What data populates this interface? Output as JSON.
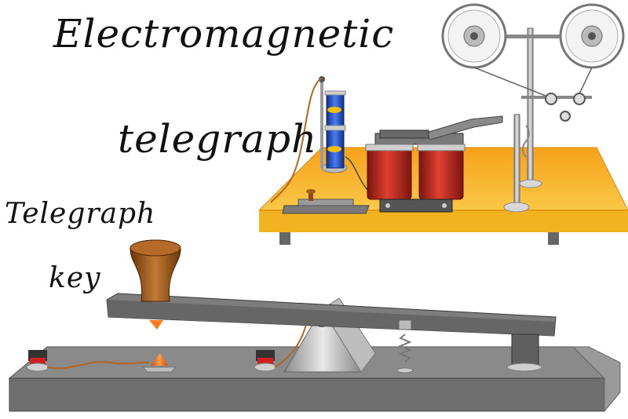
{
  "title": {
    "line1": "Electromagnetic",
    "line2": "telegraph"
  },
  "key_label": {
    "line1": "Telegraph",
    "line2": "key"
  },
  "colors": {
    "board_top": "#f5a623",
    "board_front": "#f7c23a",
    "coil_red": "#c0261c",
    "battery_blue": "#2255cc",
    "metal_gray": "#7d7d7d",
    "key_knob": "#a05a1a",
    "wire": "#b5651d"
  }
}
